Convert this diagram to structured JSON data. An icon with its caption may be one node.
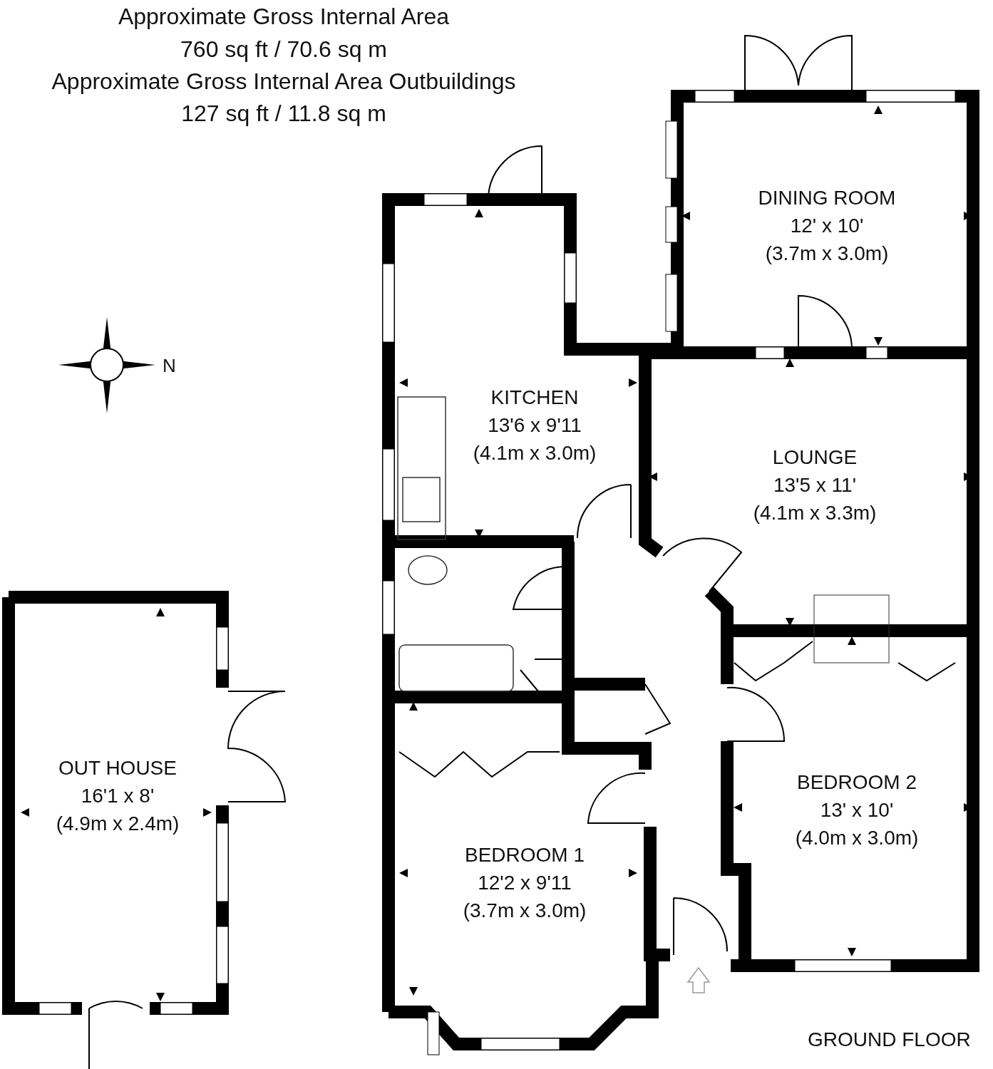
{
  "diagram": {
    "nodes": [
      {
        "text": [
          "DINING ROOM",
          "12' x 10'",
          "(3.7m x 3.0m)"
        ]
      },
      {
        "text": [
          "KITCHEN",
          "13'6 x 9'11",
          "(4.1m x 3.0m)"
        ]
      },
      {
        "text": [
          "LOUNGE",
          "13'5 x 11'",
          "(4.1m x 3.3m)"
        ]
      },
      {
        "text": [
          "OUT HOUSE",
          "16'1 x 8'",
          "(4.9m x 2.4m)"
        ]
      },
      {
        "text": [
          "BEDROOM 2",
          "13' x 10'",
          "(4.0m x 3.0m)"
        ]
      },
      {
        "text": [
          "BEDROOM 1",
          "12'2 x 9'11",
          "(3.7m x 3.0m)"
        ]
      }
    ],
    "edges": [],
    "labels": [
      "Approximate Gross Internal Area",
      "760 sq ft / 70.6 sq m",
      "Approximate Gross Internal Area Outbuildings",
      "127 sq ft / 11.8 sq m",
      "N",
      "GROUND FLOOR"
    ]
  }
}
